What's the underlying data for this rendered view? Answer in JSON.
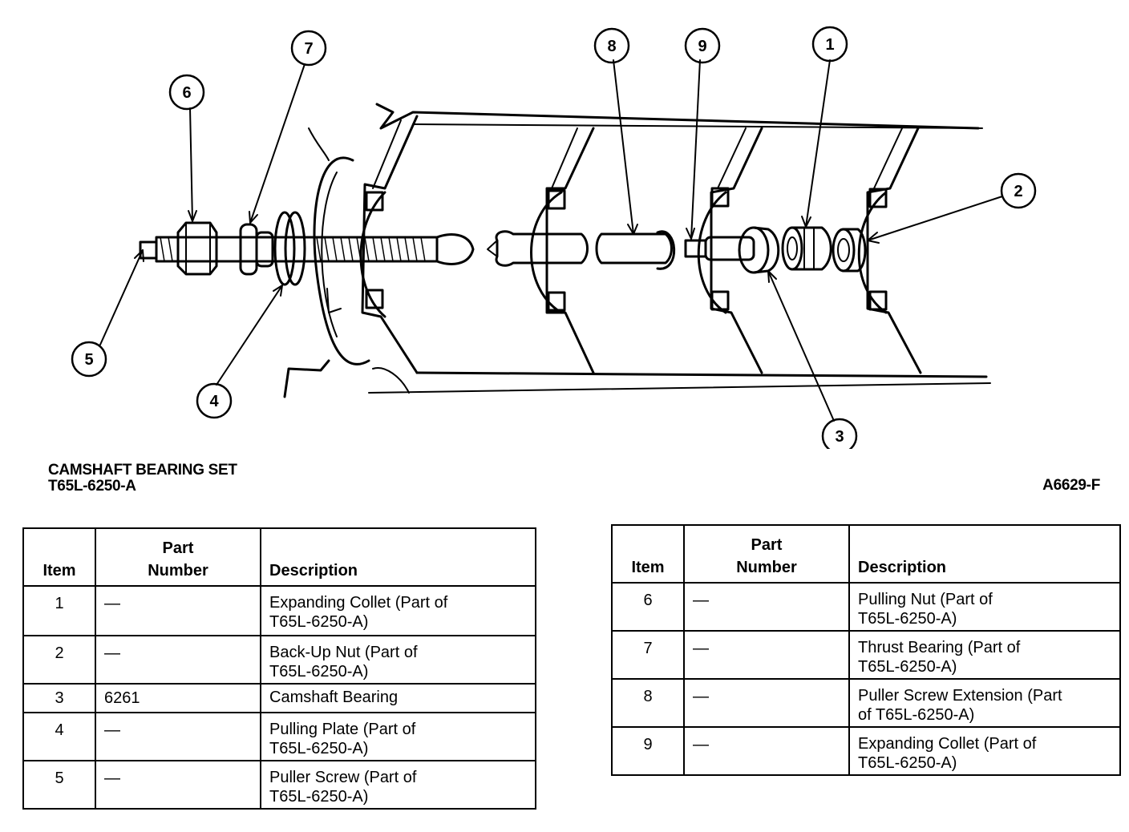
{
  "callouts": [
    "1",
    "2",
    "3",
    "4",
    "5",
    "6",
    "7",
    "8",
    "9"
  ],
  "caption": {
    "title": "CAMSHAFT BEARING SET",
    "tool_number": "T65L-6250-A",
    "figure_code": "A6629-F"
  },
  "table_headers": {
    "item": "Item",
    "part_line1": "Part",
    "part_line2": "Number",
    "description": "Description"
  },
  "table_left": [
    {
      "item": "1",
      "part": "—",
      "desc1": "Expanding Collet (Part of",
      "desc2": "T65L-6250-A)"
    },
    {
      "item": "2",
      "part": "—",
      "desc1": "Back-Up Nut (Part of",
      "desc2": "T65L-6250-A)"
    },
    {
      "item": "3",
      "part": "6261",
      "desc1": "Camshaft Bearing",
      "desc2": ""
    },
    {
      "item": "4",
      "part": "—",
      "desc1": "Pulling Plate (Part of",
      "desc2": "T65L-6250-A)"
    },
    {
      "item": "5",
      "part": "—",
      "desc1": "Puller Screw (Part of",
      "desc2": "T65L-6250-A)"
    }
  ],
  "table_right": [
    {
      "item": "6",
      "part": "—",
      "desc1": "Pulling Nut (Part of",
      "desc2": "T65L-6250-A)"
    },
    {
      "item": "7",
      "part": "—",
      "desc1": "Thrust Bearing (Part of",
      "desc2": "T65L-6250-A)"
    },
    {
      "item": "8",
      "part": "—",
      "desc1": "Puller Screw Extension (Part",
      "desc2": "of T65L-6250-A)"
    },
    {
      "item": "9",
      "part": "—",
      "desc1": "Expanding Collet (Part of",
      "desc2": "T65L-6250-A)"
    }
  ]
}
